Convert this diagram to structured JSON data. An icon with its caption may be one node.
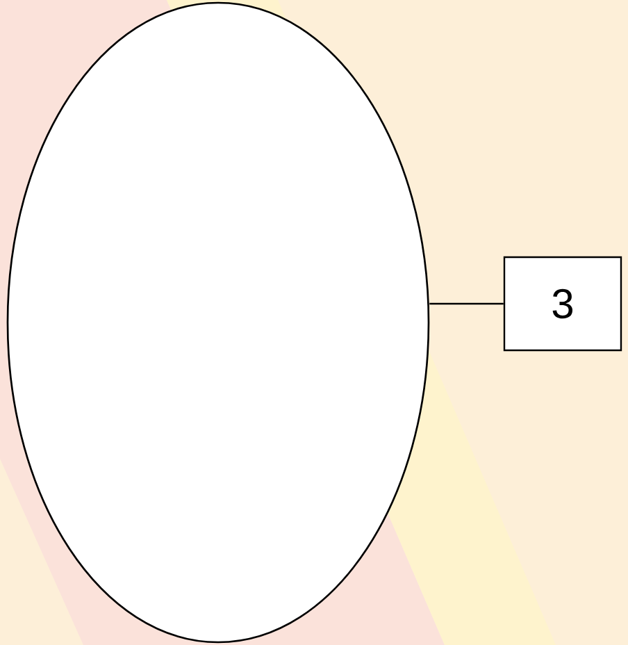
{
  "diagram": {
    "nodes": [
      {
        "text": [],
        "shape": "ellipse"
      },
      {
        "text": [
          "3"
        ]
      }
    ],
    "edges": [
      {
        "from": 0,
        "to": 1,
        "arrow": "none"
      }
    ]
  }
}
